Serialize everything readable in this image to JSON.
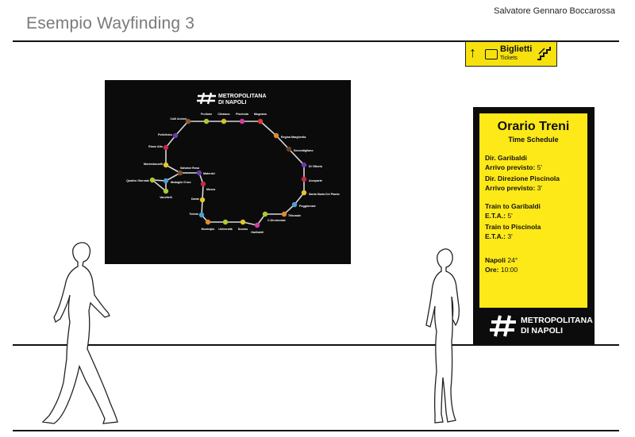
{
  "header": {
    "title": "Esempio Wayfinding 3",
    "author": "Salvatore Gennaro Boccarossa"
  },
  "ticket_sign": {
    "label": "Biglietti",
    "sublabel": "Tickets",
    "arrow_icon": "arrow-up-icon",
    "ticket_icon": "ticket-icon",
    "stairs_icon": "stairs-icon",
    "color": "#f6e10f"
  },
  "map": {
    "logo_line1": "METROPOLITANA",
    "logo_line2": "DI NAPOLI",
    "stations": [
      "Colli Aminei",
      "Frullone",
      "Chiaiano",
      "Piscinola",
      "Mugnano",
      "Regina Margherita",
      "Secondigliano",
      "Di Vittorio",
      "Arcoparte",
      "Santa Maria Del Pianto",
      "Poggioreale",
      "Tribunale",
      "C.Direzionale",
      "Garibaldi",
      "Duomo",
      "Università",
      "Municipio",
      "Toledo",
      "Dante",
      "Museo",
      "Materdei",
      "Salvator Rosa",
      "Medaglie D'oro",
      "Vanvitelli",
      "Quattro Giornate",
      "Montedonzelli",
      "Rione Alto",
      "Policlinico"
    ],
    "background": "#0b0b0b"
  },
  "schedule": {
    "title": "Orario Treni",
    "subtitle": "Time Schedule",
    "dir1_label": "Dir. Garibaldi",
    "dir1_arrival_label": "Arrivo previsto:",
    "dir1_arrival_value": "5'",
    "dir2_label": "Dir. Direzione Piscinola",
    "dir2_arrival_label": "Arrivo previsto:",
    "dir2_arrival_value": "3'",
    "en1_label": "Train to Garibaldi",
    "en1_eta_label": "E.T.A.:",
    "en1_eta_value": "5'",
    "en2_label": "Train to Piscinola",
    "en2_eta_label": "E.T.A.:",
    "en2_eta_value": "3'",
    "city_label": "Napoli",
    "temperature": "24°",
    "time_label": "Ore:",
    "time_value": "10:00",
    "logo_line1": "METROPOLITANA",
    "logo_line2": "DI NAPOLI",
    "panel_color": "#fee918"
  }
}
